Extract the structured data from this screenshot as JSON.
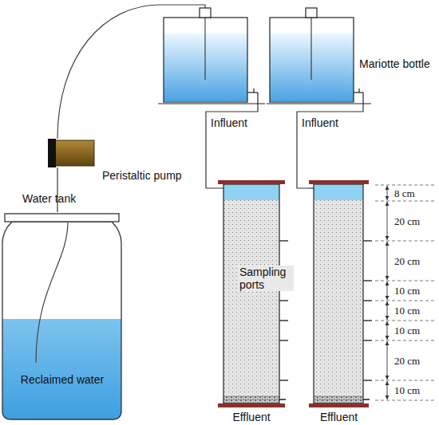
{
  "diagram": {
    "nodes": [
      {
        "text": [
          "Water tank",
          "Reclaimed water"
        ]
      },
      {
        "text": [
          "Peristaltic pump"
        ]
      },
      {
        "text": [
          "Mariotte bottle"
        ]
      },
      {
        "text": [
          "Effluent"
        ]
      },
      {
        "text": [
          "Effluent"
        ]
      }
    ],
    "edges": [
      {
        "from": 1,
        "to": 0,
        "arrow": "none"
      },
      {
        "from": 2,
        "to": 4,
        "label": "Influent",
        "arrow": "none"
      }
    ],
    "labels": [
      "Influent",
      "Sampling ports",
      "8 cm",
      "20 cm",
      "20 cm",
      "10 cm",
      "10 cm",
      "10 cm",
      "20 cm",
      "10 cm"
    ]
  }
}
